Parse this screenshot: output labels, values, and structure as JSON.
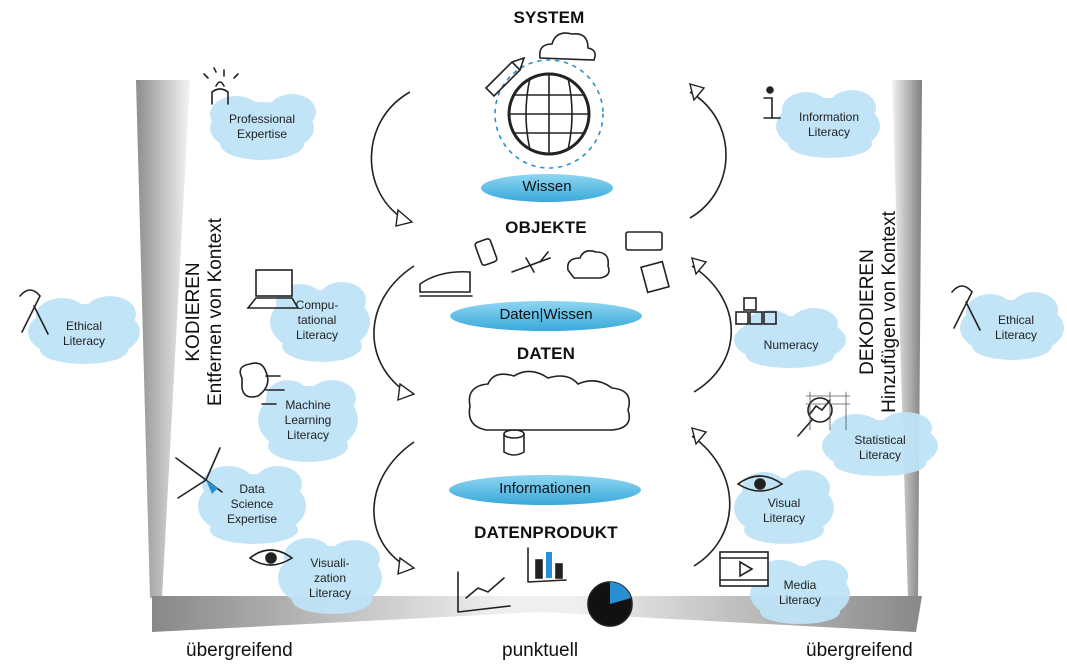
{
  "headings": {
    "system": "SYSTEM",
    "objekte": "OBJEKTE",
    "daten": "DATEN",
    "datenprodukt": "DATENPRODUKT"
  },
  "pills": {
    "wissen": "Wissen",
    "daten_wissen": "Daten|Wissen",
    "informationen": "Informationen"
  },
  "side_left": {
    "line1": "KODIEREN",
    "line2": "Entfernen von Kontext"
  },
  "side_right": {
    "line1": "DEKODIEREN",
    "line2": "Hinzufügen von Kontext"
  },
  "bottom": {
    "left": "übergreifend",
    "center": "punktuell",
    "right": "übergreifend"
  },
  "clouds_left": [
    {
      "lines": [
        "Professional",
        "Expertise"
      ],
      "icon": "person-stars-icon"
    },
    {
      "lines": [
        "Compu-",
        "tational",
        "Literacy"
      ],
      "icon": "laptop-icon"
    },
    {
      "lines": [
        "Machine",
        "Learning",
        "Literacy"
      ],
      "icon": "brain-circuit-icon"
    },
    {
      "lines": [
        "Data",
        "Science",
        "Expertise"
      ],
      "icon": "network-nodes-icon"
    },
    {
      "lines": [
        "Visuali-",
        "zation",
        "Literacy"
      ],
      "icon": "eye-icon"
    }
  ],
  "clouds_right": [
    {
      "lines": [
        "Information",
        "Literacy"
      ],
      "icon": "info-icon"
    },
    {
      "lines": [
        "Numeracy"
      ],
      "icon": "number-blocks-icon"
    },
    {
      "lines": [
        "Statistical",
        "Literacy"
      ],
      "icon": "magnifier-chart-icon"
    },
    {
      "lines": [
        "Visual",
        "Literacy"
      ],
      "icon": "eye-icon"
    },
    {
      "lines": [
        "Media",
        "Literacy"
      ],
      "icon": "film-icon"
    }
  ],
  "clouds_ethics": [
    {
      "lines": [
        "Ethical",
        "Literacy"
      ],
      "icon": "awareness-ribbon-icon"
    },
    {
      "lines": [
        "Ethical",
        "Literacy"
      ],
      "icon": "awareness-ribbon-icon"
    }
  ],
  "colors": {
    "cloud": "#bfe3f7",
    "cloud_edge": "#a9d7f2",
    "pill": "#6ec6ea",
    "pill_dark": "#3aa6d8",
    "frame_light": "#f2f2f2",
    "frame_dark": "#8a8a8a",
    "accent_blue": "#2a8fd1"
  }
}
